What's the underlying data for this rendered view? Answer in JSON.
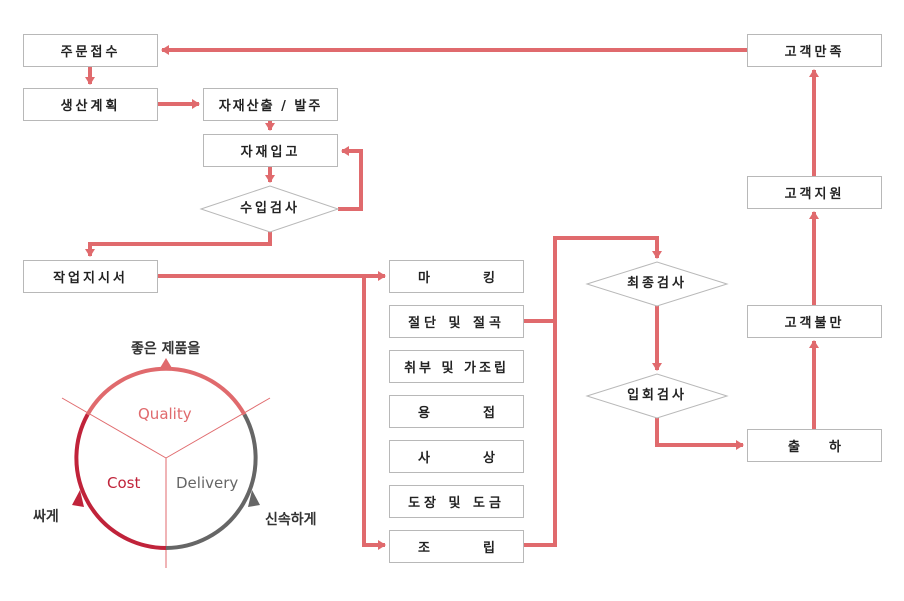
{
  "colors": {
    "arrow": "#e06a6d",
    "box_border": "#b8b8b8",
    "quality": "#e06a6d",
    "cost": "#c0233a",
    "delivery": "#666666"
  },
  "process": {
    "order_receipt": "주문접수",
    "production_plan": "생산계획",
    "material_calc": "자재산출 / 발주",
    "material_in": "자재입고",
    "incoming_inspection": "수입검사",
    "work_order": "작업지시서",
    "steps": [
      {
        "left": "마",
        "right": "킹",
        "spread": true
      },
      {
        "label": "절단 및 절곡"
      },
      {
        "label": "취부 및 가조립"
      },
      {
        "left": "용",
        "right": "접",
        "spread": true
      },
      {
        "left": "사",
        "right": "상",
        "spread": true
      },
      {
        "label": "도장 및 도금"
      },
      {
        "left": "조",
        "right": "립",
        "spread": true
      }
    ],
    "final_inspection": "최종검사",
    "witness_inspection": "입회검사",
    "shipping": {
      "left": "출",
      "right": "하"
    },
    "customer_complaint": "고객불만",
    "customer_support": "고객지원",
    "customer_satisfaction": "고객만족"
  },
  "qcd": {
    "quality": "Quality",
    "cost": "Cost",
    "delivery": "Delivery",
    "quality_caption": "좋은 제품을",
    "cost_caption": "싸게",
    "delivery_caption": "신속하게"
  }
}
